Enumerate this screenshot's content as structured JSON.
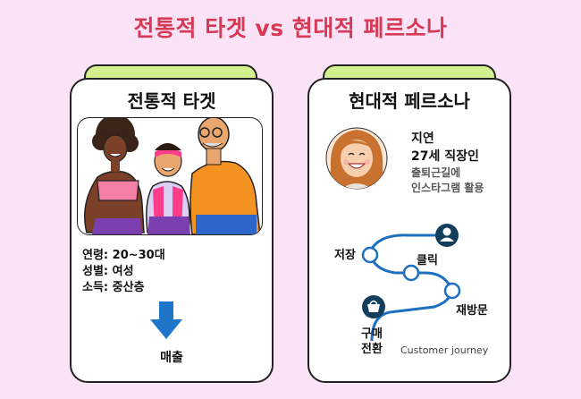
{
  "title": "전통적 타겟 vs 현대적 페르소나",
  "traditional": {
    "title": "전통적 타겟",
    "info": [
      "연령: 20~30대",
      "성별: 여성",
      "소득: 중산층"
    ],
    "result": "매출"
  },
  "modern": {
    "title": "현대적 페르소나",
    "persona": {
      "name": "지연",
      "age_job": "27세 직장인",
      "desc": [
        "출퇴근길에",
        "인스타그램 활용"
      ]
    },
    "journey": {
      "steps": [
        "저장",
        "클릭",
        "재방문"
      ],
      "purchase": [
        "구매",
        "전환"
      ],
      "caption": "Customer journey"
    }
  },
  "colors": {
    "title": "#d73a55",
    "tab": "#d3ef8f",
    "arrow": "#1f75c8",
    "journey_stroke": "#1e6fbf",
    "node_dark": "#123e5c"
  }
}
